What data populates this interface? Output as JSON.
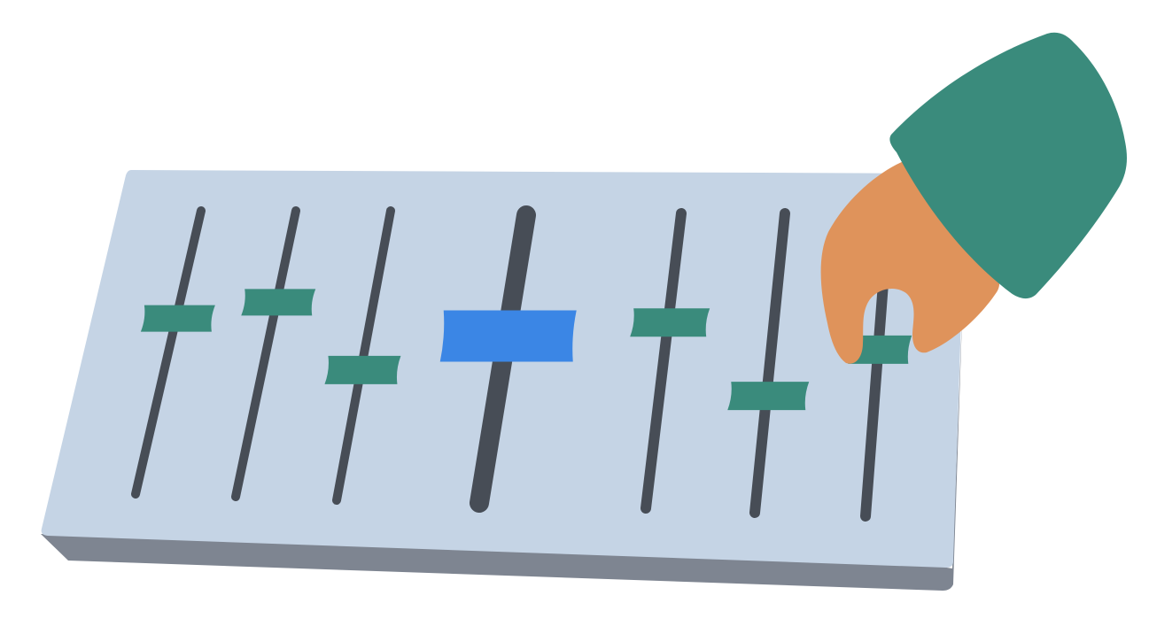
{
  "illustration": {
    "subject": "mixer-panel-with-hand",
    "colors": {
      "panel_face": "#c5d4e5",
      "panel_edge": "#7e8591",
      "track": "#474d56",
      "knob": "#3a8b7c",
      "knob_active": "#3b86e5",
      "skin": "#df935b",
      "sleeve": "#3a8b7c"
    },
    "sliders": [
      {
        "id": "slider-1",
        "level": 0.62,
        "active": false
      },
      {
        "id": "slider-2",
        "level": 0.68,
        "active": false
      },
      {
        "id": "slider-3",
        "level": 0.45,
        "active": false
      },
      {
        "id": "slider-4",
        "level": 0.58,
        "active": true
      },
      {
        "id": "slider-5",
        "level": 0.63,
        "active": false
      },
      {
        "id": "slider-6",
        "level": 0.39,
        "active": false
      },
      {
        "id": "slider-7",
        "level": 0.55,
        "active": false
      }
    ]
  }
}
